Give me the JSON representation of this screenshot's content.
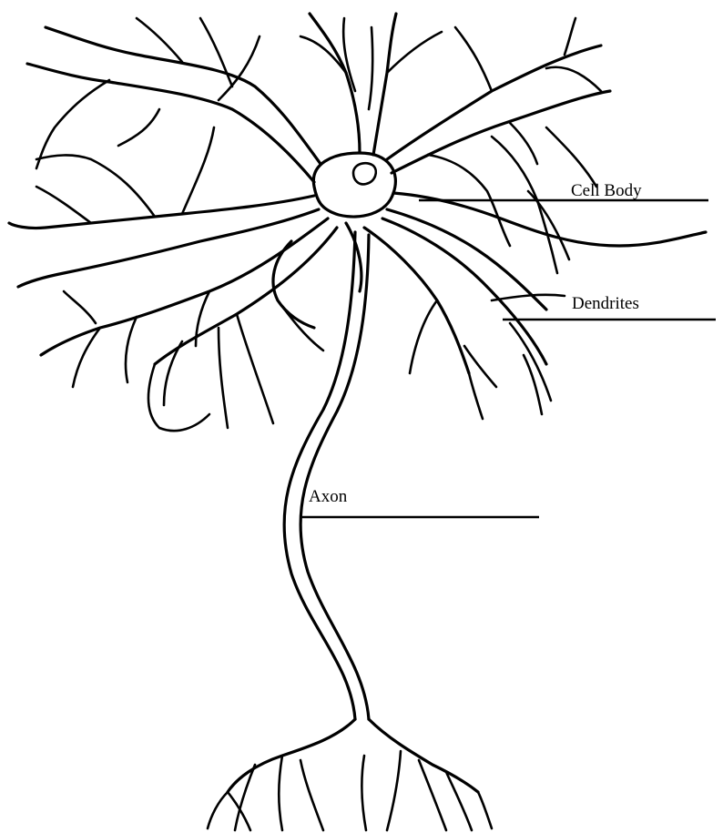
{
  "labels": {
    "cell_body": "Cell Body",
    "dendrites": "Dendrites",
    "axon": "Axon"
  },
  "colors": {
    "ink": "#000000",
    "background": "#ffffff"
  }
}
